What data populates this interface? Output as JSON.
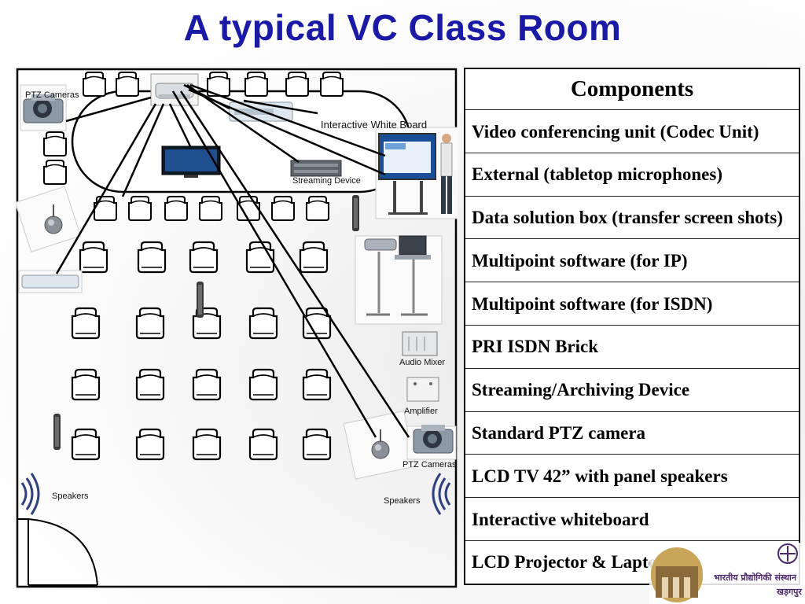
{
  "title": "A typical VC Class Room",
  "floorplan": {
    "labels": {
      "ptz_cameras_top": "PTZ Cameras",
      "interactive_white_board": "Interactive White Board",
      "streaming_device": "Streaming Device",
      "audio_mixer": "Audio Mixer",
      "amplifier": "Amplifier",
      "ptz_cameras_bottom": "PTZ Cameras",
      "speakers_left": "Speakers",
      "speakers_right": "Speakers"
    }
  },
  "components": {
    "header": "Components",
    "items": [
      "Video conferencing unit (Codec Unit)",
      "External (tabletop microphones)",
      "Data solution box (transfer screen shots)",
      "Multipoint software (for IP)",
      "Multipoint software (for ISDN)",
      "PRI ISDN Brick",
      "Streaming/Archiving Device",
      "Standard PTZ camera",
      "LCD TV 42” with panel speakers",
      "Interactive whiteboard",
      "LCD Projector & Laptop"
    ]
  },
  "logo": {
    "text_line1": "भारतीय प्रौद्योगिकी संस्थान",
    "text_line2": "खड़गपुर"
  }
}
